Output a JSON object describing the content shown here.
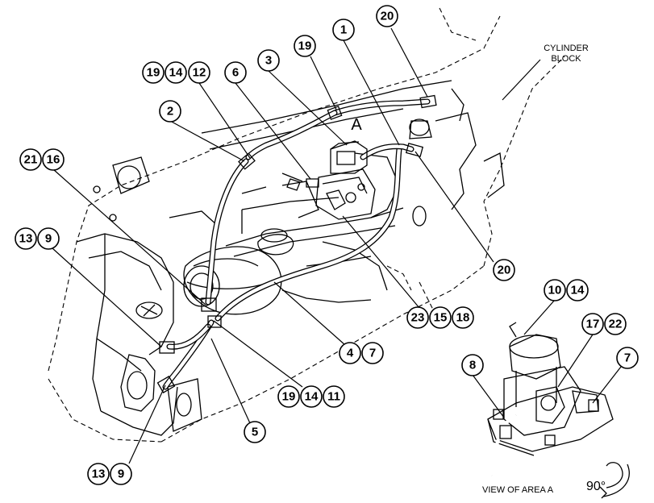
{
  "labels": {
    "cylinder_block_line1": "CYLINDER",
    "cylinder_block_line2": "BLOCK",
    "area_a": "A",
    "view_caption": "VIEW OF AREA A",
    "rotation": "90°"
  },
  "callouts": {
    "c1": "1",
    "c2": "2",
    "c3": "3",
    "c4": "4",
    "c5": "5",
    "c6": "6",
    "c7a": "7",
    "c7b": "7",
    "c8": "8",
    "c9a": "9",
    "c9b": "9",
    "c10": "10",
    "c11": "11",
    "c12": "12",
    "c13a": "13",
    "c13b": "13",
    "c14a": "14",
    "c14b": "14",
    "c14c": "14",
    "c15": "15",
    "c16": "16",
    "c17": "17",
    "c18": "18",
    "c19a": "19",
    "c19b": "19",
    "c19c": "19",
    "c20a": "20",
    "c20b": "20",
    "c21": "21",
    "c22": "22",
    "c23": "23"
  }
}
